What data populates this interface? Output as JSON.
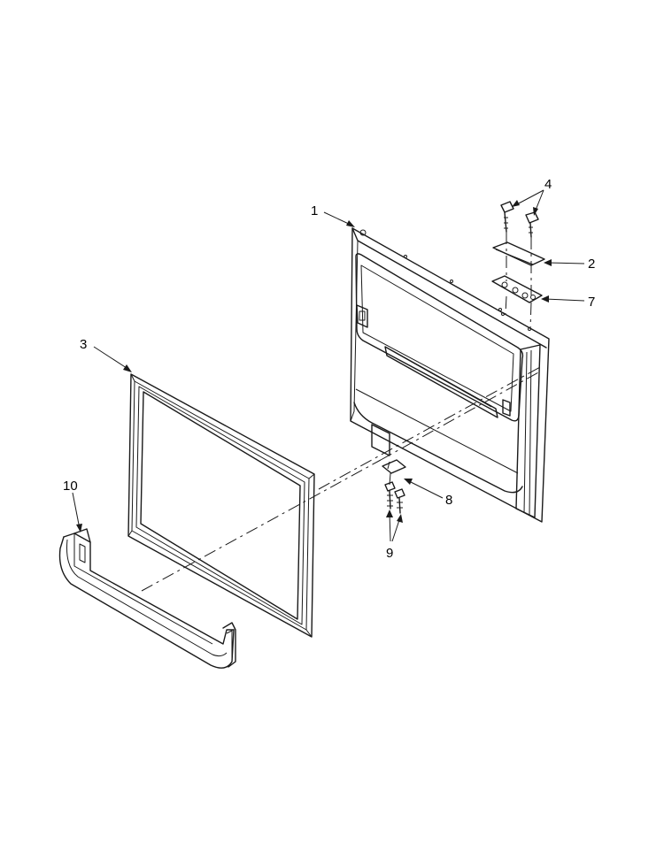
{
  "callouts": [
    {
      "id": "door",
      "label": "1"
    },
    {
      "id": "cover",
      "label": "2"
    },
    {
      "id": "gasket",
      "label": "3"
    },
    {
      "id": "screws-top",
      "label": "4"
    },
    {
      "id": "hinge",
      "label": "7"
    },
    {
      "id": "stop",
      "label": "8"
    },
    {
      "id": "screws-bottom",
      "label": "9"
    },
    {
      "id": "shelf",
      "label": "10"
    }
  ]
}
